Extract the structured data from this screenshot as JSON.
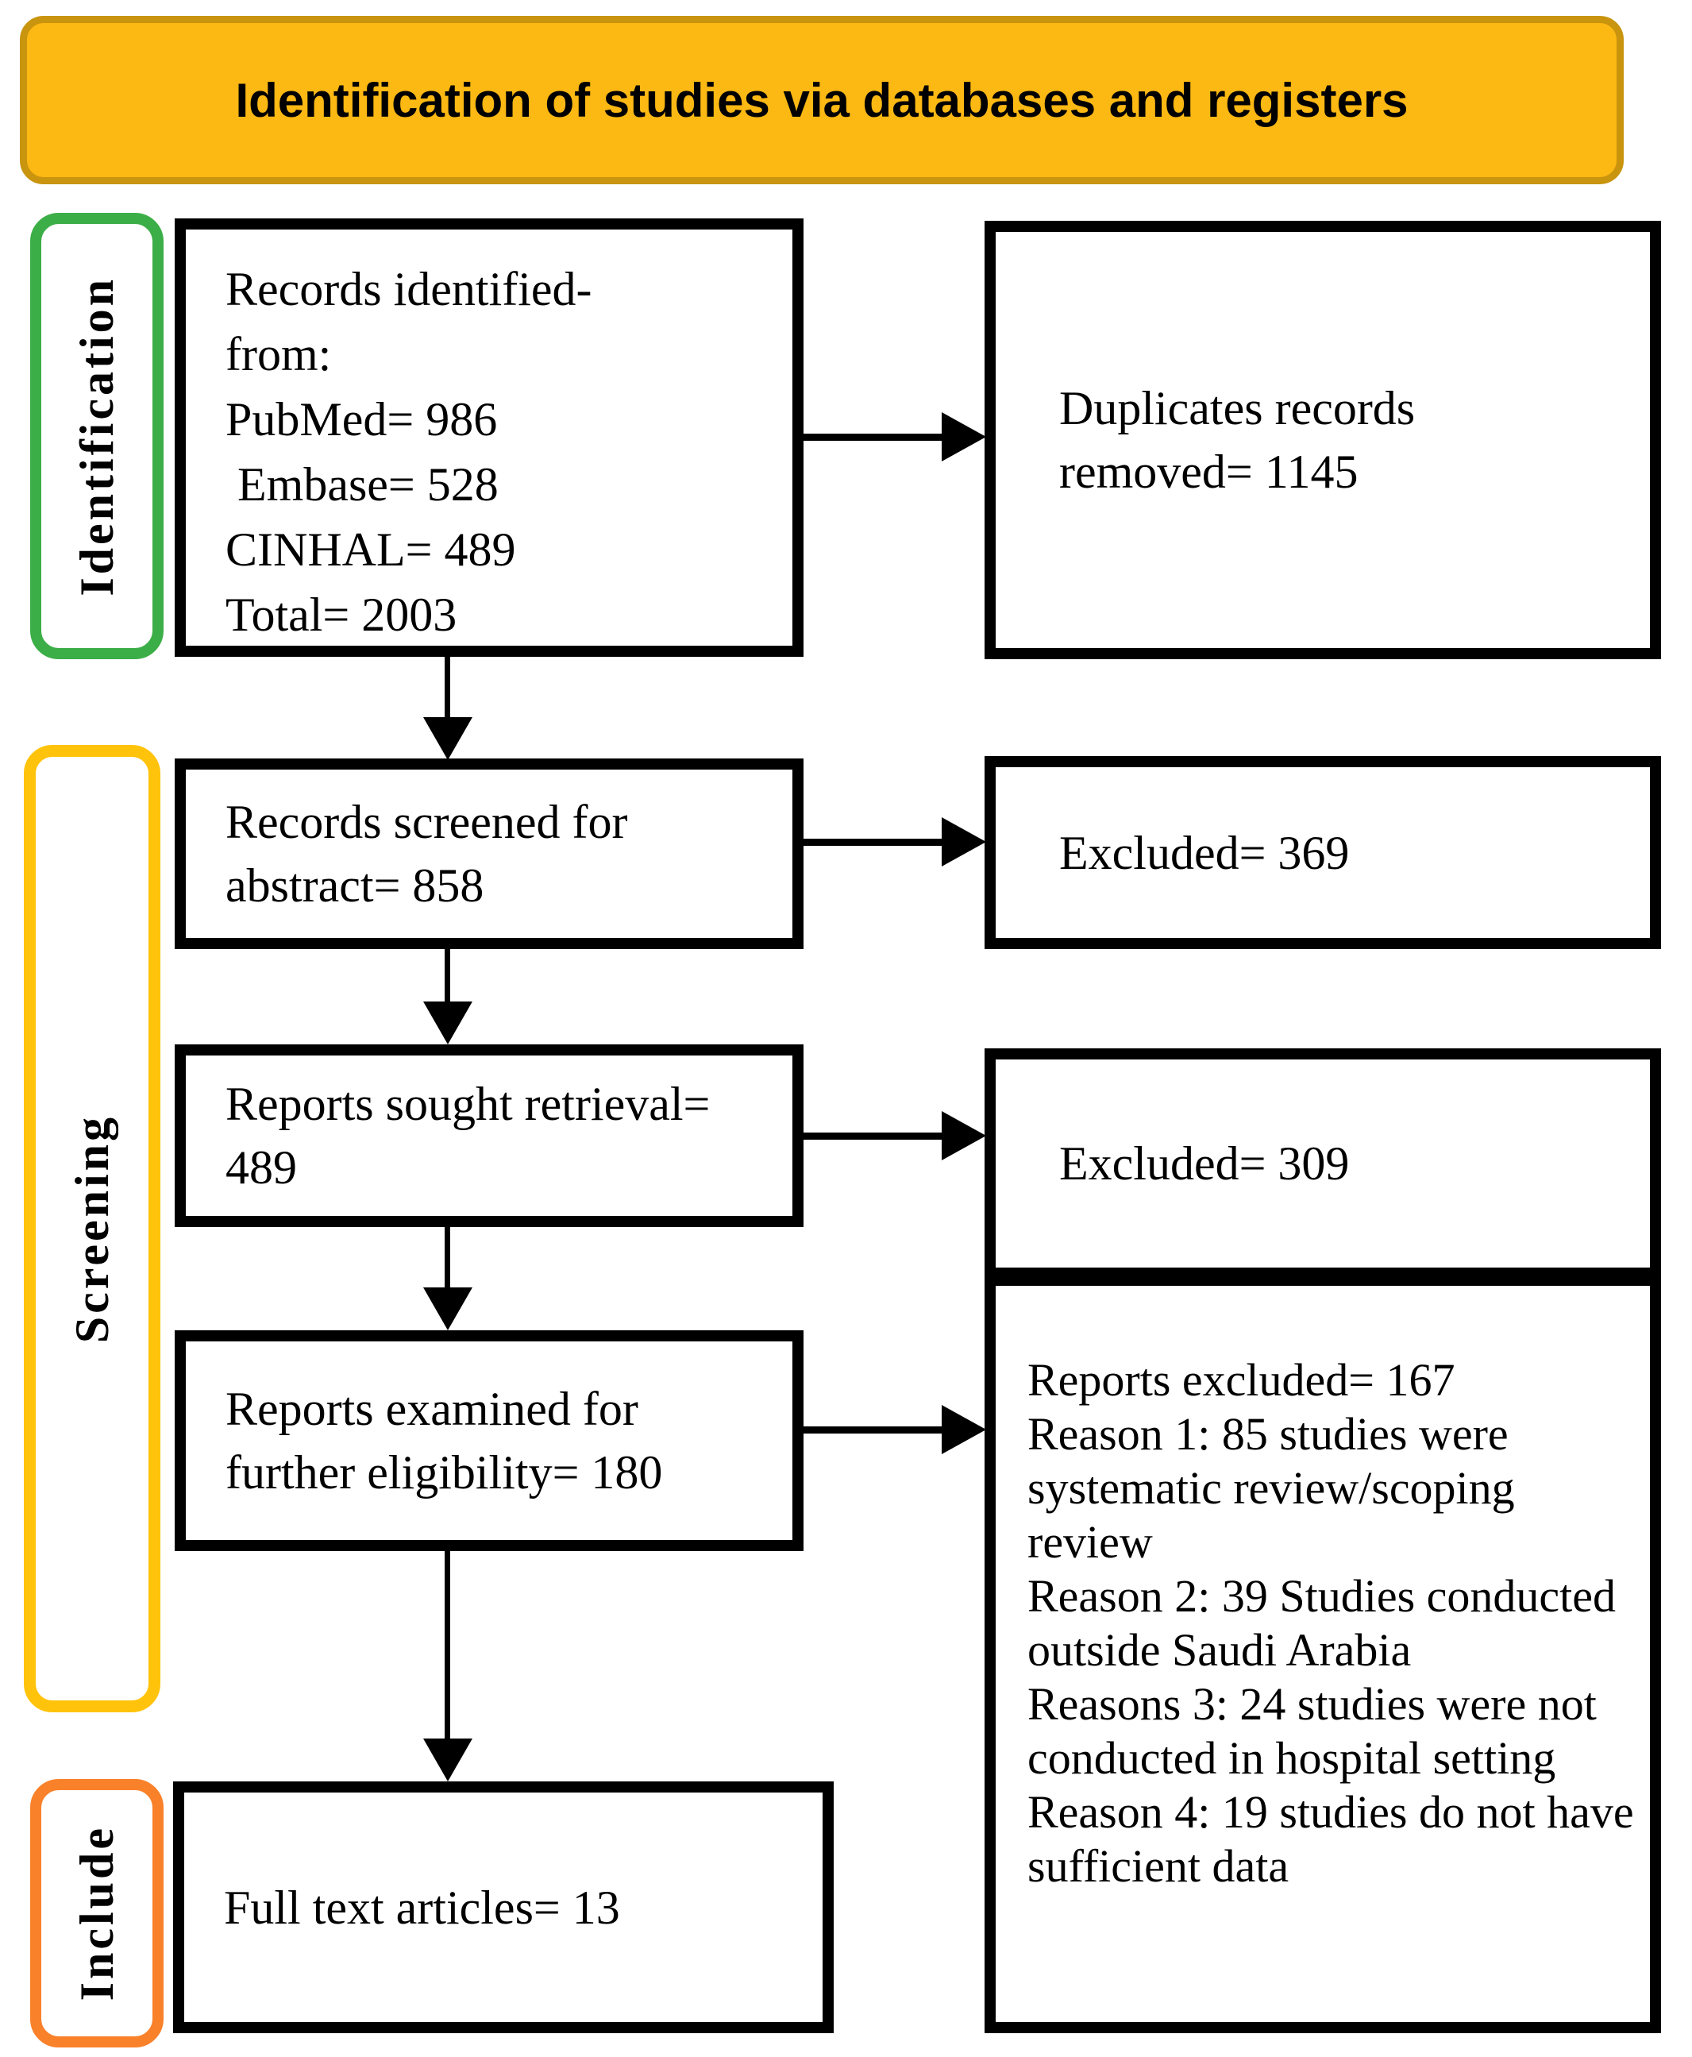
{
  "title_banner": {
    "text": "Identification of studies via databases and registers"
  },
  "sidebar": {
    "identification": "Identification",
    "screening": "Screening",
    "include": "Include"
  },
  "flow": {
    "records_identified": {
      "lines": [
        "Records identified-",
        "from:",
        "PubMed= 986",
        " Embase= 528",
        "CINHAL= 489",
        "Total= 2003"
      ]
    },
    "duplicates_removed": {
      "lines": [
        "Duplicates records",
        "removed= 1145"
      ]
    },
    "records_screened": {
      "lines": [
        "Records screened for",
        "abstract= 858"
      ]
    },
    "excluded_abstract": {
      "text": "Excluded= 369"
    },
    "reports_sought": {
      "lines": [
        "Reports sought retrieval=",
        "489"
      ]
    },
    "excluded_retrieval": {
      "text": "Excluded= 309"
    },
    "reports_examined": {
      "lines": [
        "Reports examined for",
        "further eligibility= 180"
      ]
    },
    "reports_excluded_reasons": {
      "lines": [
        "Reports excluded= 167",
        "Reason 1: 85 studies were systematic review/scoping review",
        "Reason 2: 39 Studies conducted outside Saudi Arabia",
        "Reasons 3: 24 studies were not conducted in hospital setting",
        "Reason 4: 19 studies do not have sufficient data"
      ]
    },
    "full_text_articles": {
      "text": "Full text articles= 13"
    }
  },
  "colors": {
    "banner_fill": "#FCB813",
    "banner_border": "#C9940E",
    "identification_border": "#3CAE47",
    "screening_border": "#FFC30B",
    "include_border": "#F9812A",
    "box_border": "#000000"
  }
}
